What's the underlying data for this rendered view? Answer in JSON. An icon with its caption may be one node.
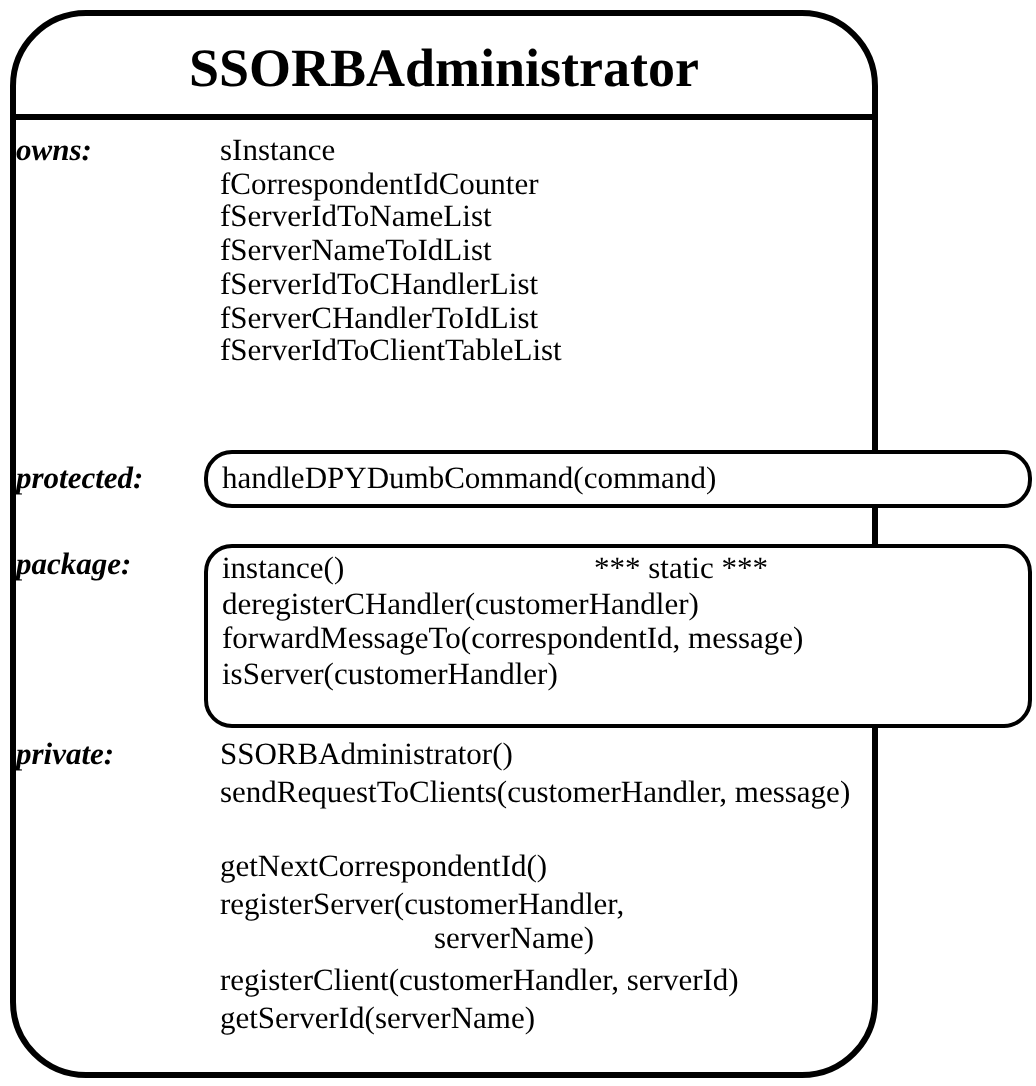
{
  "diagram": {
    "nodes": [
      {
        "text": [
          "SSORBAdministrator"
        ]
      },
      {
        "text": [
          "handleDPYDumbCommand(command)"
        ]
      },
      {
        "text": [
          "instance()",
          "*** static ***",
          "deregisterCHandler(customerHandler)",
          "forwardMessageTo(correspondentId, message)",
          "isServer(customerHandler)"
        ]
      }
    ],
    "labels": [
      "owns:",
      "sInstance",
      "fCorrespondentIdCounter",
      "fServerIdToNameList",
      "fServerNameToIdList",
      "fServerIdToCHandlerList",
      "fServerCHandlerToIdList",
      "fServerIdToClientTableList",
      "protected:",
      "package:",
      "private:",
      "SSORBAdministrator()",
      "sendRequestToClients(customerHandler, message)",
      "getNextCorrespondentId()",
      "registerServer(customerHandler, serverName)",
      "registerClient(customerHandler, serverId)",
      "getServerId(serverName)"
    ]
  }
}
